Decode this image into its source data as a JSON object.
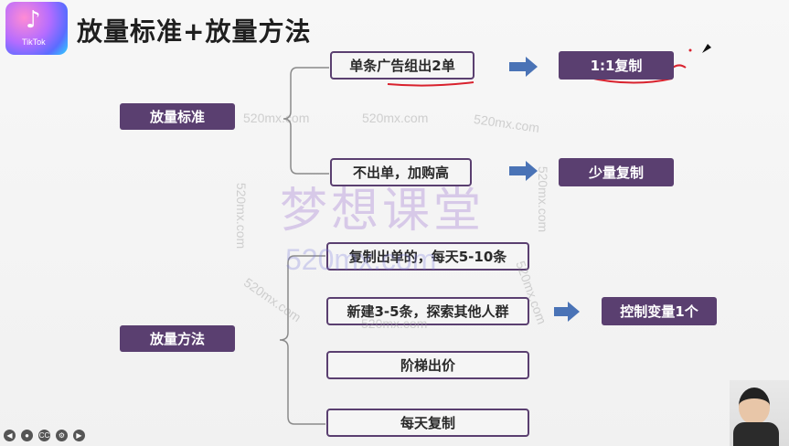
{
  "header": {
    "logo_text": "TikTok",
    "title": "放量标准+放量方法"
  },
  "categories": {
    "standard": "放量标准",
    "method": "放量方法"
  },
  "standard_items": [
    {
      "condition": "单条广告组出2单",
      "action": "1:1复制"
    },
    {
      "condition": "不出单，加购高",
      "action": "少量复制"
    }
  ],
  "method_items": [
    "复制出单的，每天5-10条",
    "新建3-5条，探索其他人群",
    "阶梯出价",
    "每天复制"
  ],
  "method_action": "控制变量1个",
  "watermarks": {
    "site": "520mx.com",
    "brand": "梦想课堂",
    "brand_domain": "520mx.com"
  },
  "colors": {
    "box_dark": "#5a3f70",
    "arrow": "#4a73b6",
    "annotation": "#d9222e"
  },
  "icons": [
    "tiktok-icon",
    "prev-icon",
    "person-icon",
    "cc-icon",
    "settings-icon",
    "next-icon"
  ],
  "controls": {
    "cc_label": "CC"
  }
}
